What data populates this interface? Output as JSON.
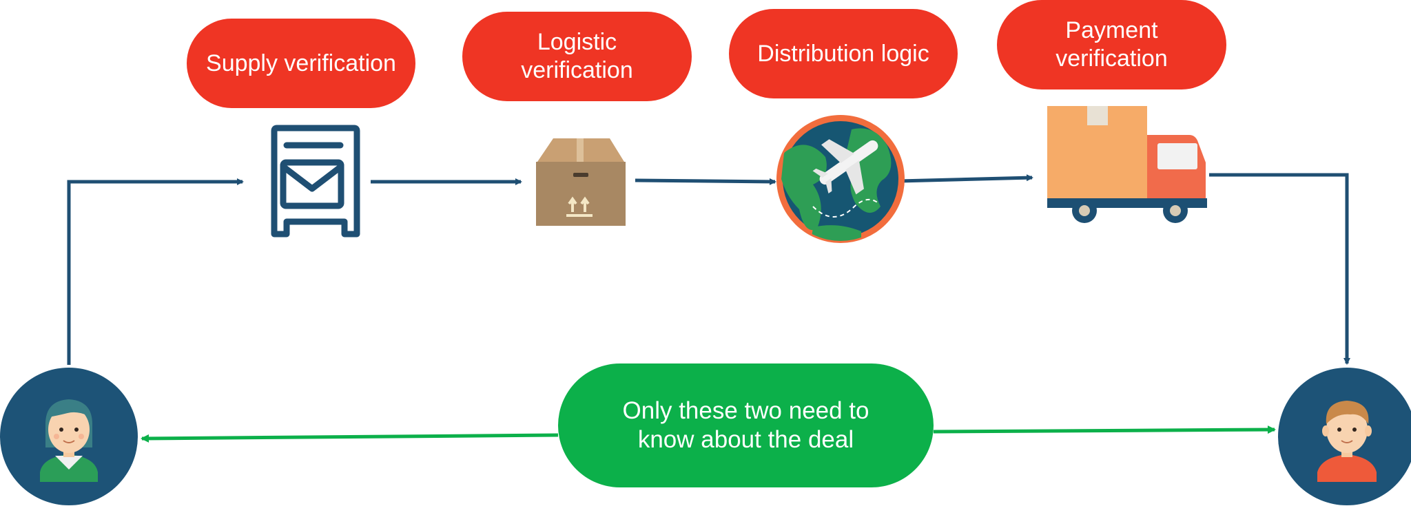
{
  "steps": [
    {
      "label": "Supply verification",
      "icon": "mailbox-icon"
    },
    {
      "label": "Logistic\nverification",
      "icon": "cardboard-box-icon"
    },
    {
      "label": "Distribution logic",
      "icon": "globe-airplane-icon"
    },
    {
      "label": "Payment\nverification",
      "icon": "delivery-truck-icon"
    }
  ],
  "parties": [
    {
      "icon": "woman-avatar-icon"
    },
    {
      "icon": "man-avatar-icon"
    }
  ],
  "note": "Only these two need to\nknow about the deal",
  "colors": {
    "step_pill": "#ef3524",
    "note_pill": "#0cb04a",
    "flow_arrow": "#1f4f73",
    "direct_arrow": "#0cb04a",
    "avatar_circle": "#1d5377"
  }
}
